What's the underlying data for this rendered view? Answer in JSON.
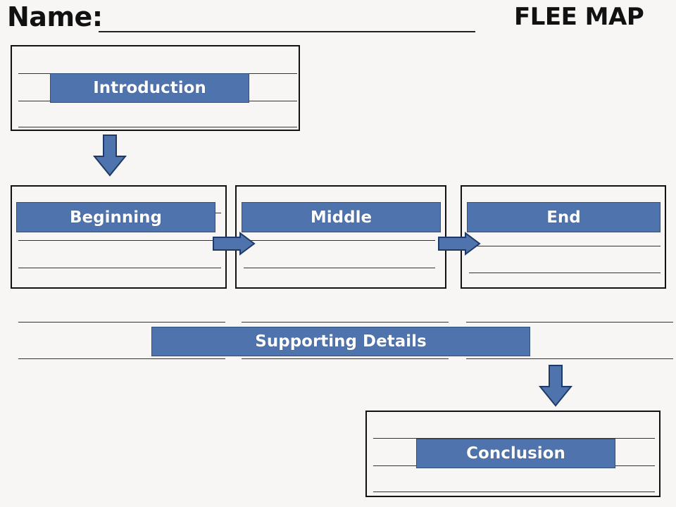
{
  "header": {
    "name_label": "Name:",
    "title": "FLEE MAP"
  },
  "sections": {
    "introduction": "Introduction",
    "beginning": "Beginning",
    "middle": "Middle",
    "end": "End",
    "supporting_details": "Supporting Details",
    "conclusion": "Conclusion"
  },
  "colors": {
    "label_fill": "#4f74ad",
    "label_border": "#2f4f7d"
  }
}
